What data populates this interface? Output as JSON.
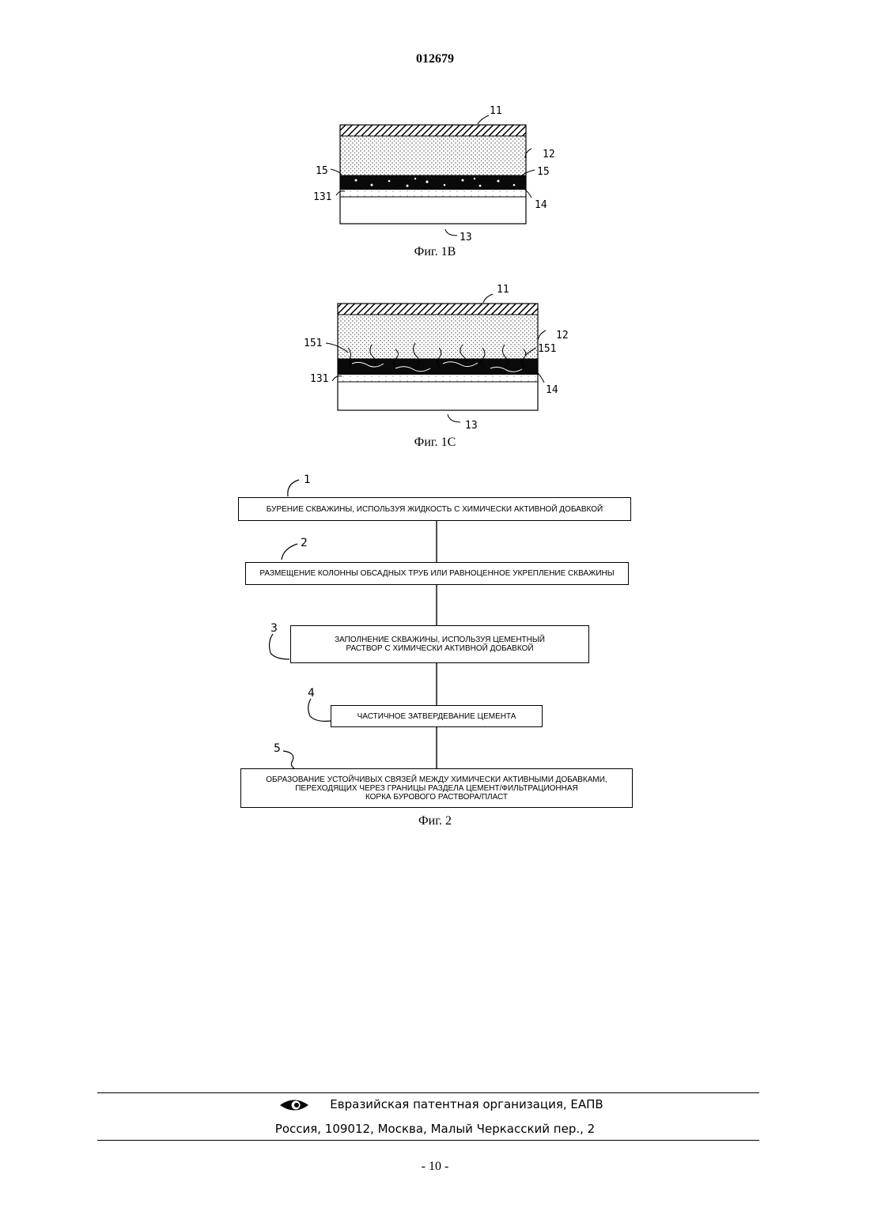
{
  "header": {
    "doc_number": "012679"
  },
  "fig1b": {
    "caption": "Фиг. 1В",
    "labels": {
      "l11": "11",
      "l12": "12",
      "l15a": "15",
      "l15b": "15",
      "l131": "131",
      "l14": "14",
      "l13": "13"
    }
  },
  "fig1c": {
    "caption": "Фиг. 1С",
    "labels": {
      "l11": "11",
      "l12": "12",
      "l151a": "151",
      "l151b": "151",
      "l131": "131",
      "l14": "14",
      "l13": "13"
    }
  },
  "fig2": {
    "caption": "Фиг. 2",
    "steps": [
      {
        "num": "1",
        "text": "Бурение скважины, используя жидкость с химически активной добавкой"
      },
      {
        "num": "2",
        "text": "Размещение колонны обсадных труб или равноценное укрепление скважины"
      },
      {
        "num": "3",
        "line1": "Заполнение скважины, используя цементный",
        "line2": "раствор с химически активной добавкой"
      },
      {
        "num": "4",
        "text": "Частичное затвердевание цемента"
      },
      {
        "num": "5",
        "line1": "Образование устойчивых связей между химически активными добавками,",
        "line2": "переходящих через границы раздела цемент/фильтрационная",
        "line3": "корка бурового раствора/пласт"
      }
    ]
  },
  "footer": {
    "org": "Евразийская патентная организация, ЕАПВ",
    "address": "Россия, 109012, Москва, Малый Черкасский пер., 2",
    "logo_icon": "eye-logo-icon"
  },
  "page_number": "- 10 -"
}
